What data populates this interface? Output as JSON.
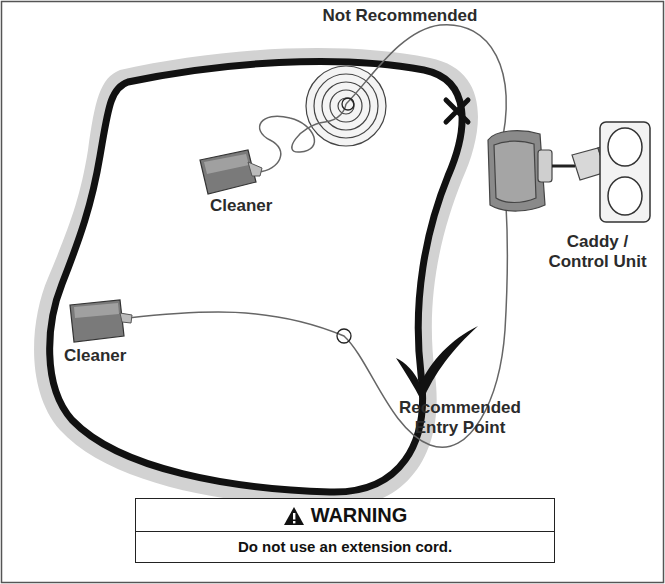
{
  "diagram": {
    "nodes": [
      {
        "text": [
          "WARNING",
          "Do not use an extension cord."
        ]
      }
    ],
    "labels": [
      "Not Recommended",
      "Cleaner",
      "Cleaner",
      "Caddy / Control Unit",
      "Recommended Entry Point"
    ]
  }
}
